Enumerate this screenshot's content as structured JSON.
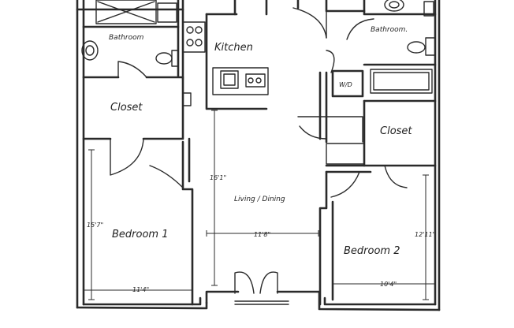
{
  "rooms": {
    "bathroom_left": "Bathroom",
    "kitchen": "Kitchen",
    "bathroom_right": "Bathroom.",
    "closet_left": "Closet",
    "closet_right": "Closet",
    "living_dining": "Living / Dining",
    "bedroom_1": "Bedroom 1",
    "bedroom_2": "Bedroom 2",
    "washer_dryer": "W/D"
  },
  "dimensions": {
    "living_height": "16'1\"",
    "living_width": "11'8\"",
    "bedroom1_height": "15'7\"",
    "bedroom1_width": "11'4\"",
    "bedroom2_height": "12'11\"",
    "bedroom2_width": "10'4\""
  }
}
